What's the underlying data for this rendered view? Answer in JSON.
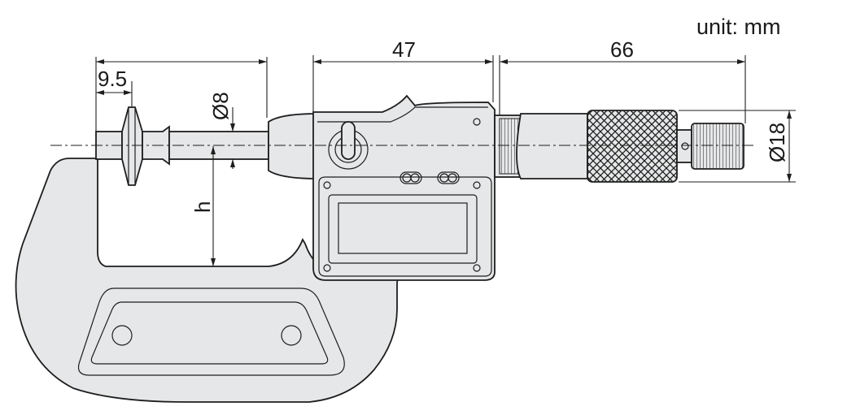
{
  "unit_label": "unit: mm",
  "dimensions": {
    "anvil_width": "9.5",
    "spindle_diameter": "Ø8",
    "throat_label": "h",
    "housing_length": "47",
    "thimble_length": "66",
    "thimble_diameter": "Ø18"
  },
  "colors": {
    "body_fill": "#e6e7e8",
    "line": "#1e1e1e",
    "background": "#ffffff"
  }
}
